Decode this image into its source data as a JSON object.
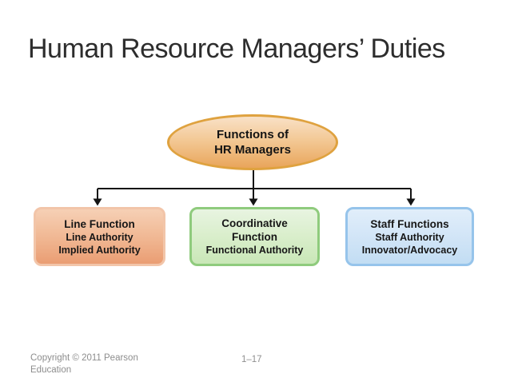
{
  "slide": {
    "title": "Human Resource Managers’ Duties"
  },
  "diagram": {
    "root": {
      "name": "functions-of-hr-managers",
      "line1": "Functions of",
      "line2": "HR Managers",
      "border_color": "#dfa23f",
      "fill_top": "#f9e1c7",
      "fill_bottom": "#e9a55b"
    },
    "connector_color": "#141414",
    "boxes": [
      {
        "title_lines": [
          "Line Function"
        ],
        "sub_lines": [
          "Line Authority",
          "Implied Authority"
        ],
        "border_color": "#f2c5a9",
        "fill_top": "#f6d0b5",
        "fill_bottom": "#ea9d73"
      },
      {
        "title_lines": [
          "Coordinative",
          "Function"
        ],
        "sub_lines": [
          "Functional Authority"
        ],
        "border_color": "#8fcb7d",
        "fill_top": "#e8f4e1",
        "fill_bottom": "#c9e7b7"
      },
      {
        "title_lines": [
          "Staff Functions"
        ],
        "sub_lines": [
          "Staff Authority",
          "Innovator/Advocacy"
        ],
        "border_color": "#96c4eb",
        "fill_top": "#e1eefa",
        "fill_bottom": "#c2ddf3"
      }
    ]
  },
  "footer": {
    "copyright": "Copyright © 2011 Pearson Education",
    "page": "1–17"
  }
}
